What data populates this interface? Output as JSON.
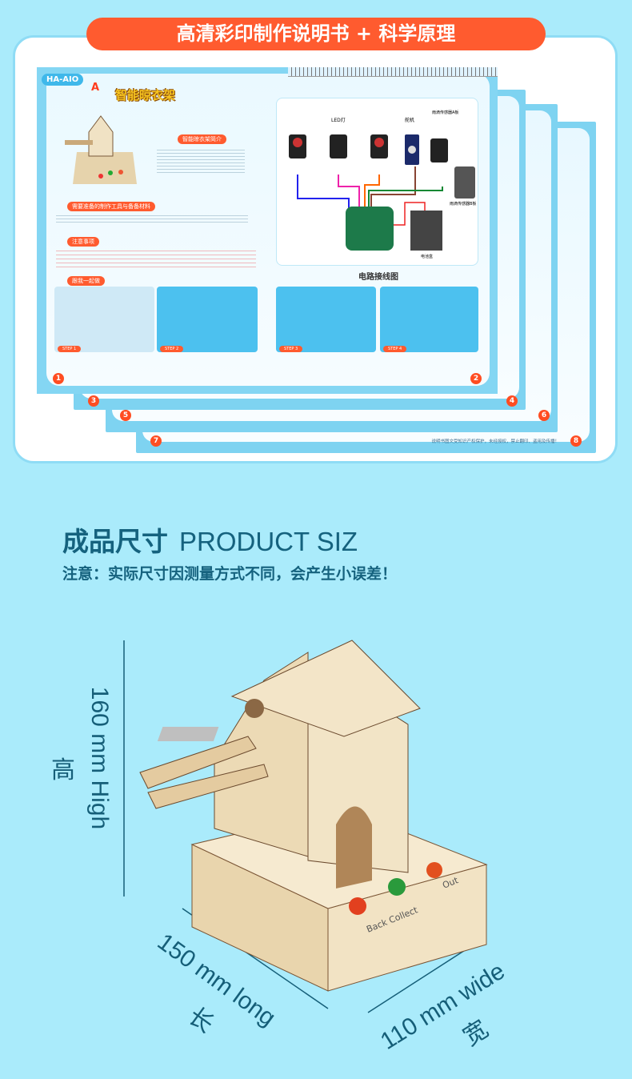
{
  "banner": "高清彩印制作说明书 + 科学原理",
  "booklet": {
    "logo": "HA-AIO",
    "page_letter": "A",
    "title": "智能晾衣架",
    "intro_tag": "智能晾衣架简介",
    "materials_tag": "需要准备的制作工具与备备材料",
    "notice_tag": "注意事项",
    "together_tag": "跟我一起做",
    "diagram_title": "电路接线图",
    "steps": [
      "STEP 1",
      "STEP 2",
      "STEP 3",
      "STEP 4"
    ],
    "page_numbers": [
      "1",
      "2",
      "3",
      "4",
      "5",
      "6",
      "7",
      "8"
    ],
    "copyright": "说明书图文受知识产权保护，未经授权，禁止翻印、盗用及传播！",
    "labels": {
      "servo": "舵机",
      "led": "LED灯",
      "battery": "电池盒",
      "rain_a": "雨滴传感器A板",
      "rain_b": "雨滴传感器B板"
    }
  },
  "product": {
    "heading_cn": "成品尺寸",
    "heading_en": "PRODUCT SIZ",
    "note": "注意：实际尺寸因测量方式不同，会产生小误差！",
    "height_en": "160 mm High",
    "height_cn": "高",
    "length_en": "150 mm long",
    "length_cn": "长",
    "width_en": "110 mm wide",
    "width_cn": "宽",
    "button_labels": [
      "Back",
      "Collect",
      "Out"
    ]
  },
  "colors": {
    "background": "#aaebfb",
    "banner": "#ff5b2f",
    "heading": "#15627e",
    "wood": "#eedcb8"
  }
}
